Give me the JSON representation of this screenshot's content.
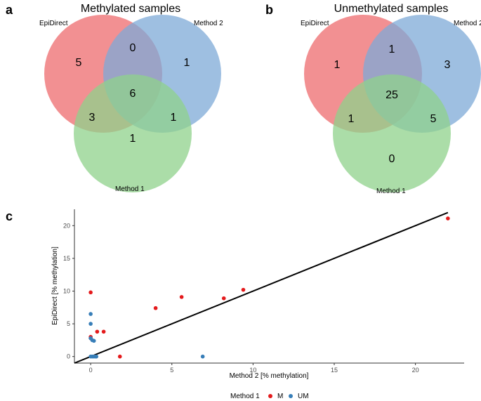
{
  "panels": {
    "a": "a",
    "b": "b",
    "c": "c"
  },
  "chart_data": [
    {
      "type": "venn",
      "panel": "a",
      "title": "Methylated samples",
      "sets": [
        "EpiDirect",
        "Method 2",
        "Method 1"
      ],
      "colors": [
        "#ee6b6e",
        "#7ea9d7",
        "#8fd18b"
      ],
      "regions": {
        "EpiDirect_only": "5",
        "EpiDirect_Method2": "0",
        "Method2_only": "1",
        "all_three": "6",
        "EpiDirect_Method1": "3",
        "Method1_Method2": "1",
        "Method1_only": "1"
      }
    },
    {
      "type": "venn",
      "panel": "b",
      "title": "Unmethylated samples",
      "sets": [
        "EpiDirect",
        "Method 2",
        "Method 1"
      ],
      "colors": [
        "#ee6b6e",
        "#7ea9d7",
        "#8fd18b"
      ],
      "regions": {
        "EpiDirect_only": "1",
        "EpiDirect_Method2": "1",
        "Method2_only": "3",
        "all_three": "25",
        "EpiDirect_Method1": "1",
        "Method1_Method2": "5",
        "Method1_only": "0"
      }
    },
    {
      "type": "scatter",
      "panel": "c",
      "xlabel": "Method 2 [% methylation]",
      "ylabel": "EpiDirect [% methylation]",
      "xlim": [
        -1,
        23
      ],
      "ylim": [
        -1,
        22.5
      ],
      "xticks": [
        0,
        5,
        10,
        15,
        20
      ],
      "yticks": [
        0,
        5,
        10,
        15,
        20
      ],
      "identity_line": true,
      "legend": {
        "title": "Method 1",
        "placement": "bottom"
      },
      "series": [
        {
          "name": "M",
          "color": "#e41a1c",
          "points": [
            [
              0,
              9.8
            ],
            [
              0,
              3.0
            ],
            [
              0,
              2.8
            ],
            [
              0.4,
              3.8
            ],
            [
              0.8,
              3.8
            ],
            [
              1.8,
              0
            ],
            [
              4.0,
              7.4
            ],
            [
              5.6,
              9.1
            ],
            [
              8.2,
              8.9
            ],
            [
              9.4,
              10.2
            ],
            [
              22,
              21.1
            ]
          ]
        },
        {
          "name": "UM",
          "color": "#377eb8",
          "points": [
            [
              0,
              6.5
            ],
            [
              0,
              5.0
            ],
            [
              0,
              2.8
            ],
            [
              0.1,
              2.5
            ],
            [
              0.2,
              2.4
            ],
            [
              0,
              0
            ],
            [
              0.1,
              0
            ],
            [
              0.2,
              0
            ],
            [
              0.3,
              0
            ],
            [
              0.35,
              0
            ],
            [
              6.9,
              0
            ]
          ]
        }
      ]
    }
  ]
}
